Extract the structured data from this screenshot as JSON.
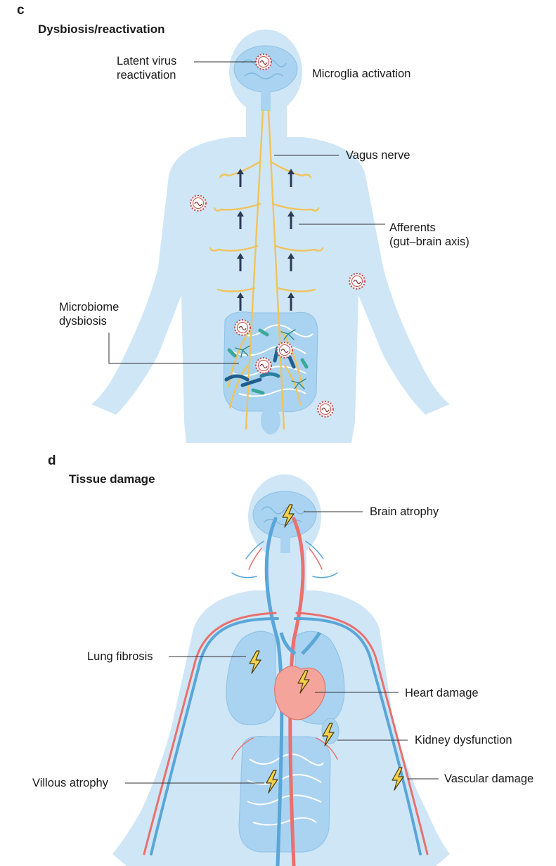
{
  "panel_c": {
    "letter": "c",
    "title": "Dysbiosis/reactivation",
    "labels": {
      "latent_virus_line1": "Latent virus",
      "latent_virus_line2": "reactivation",
      "microglia": "Microglia activation",
      "vagus": "Vagus nerve",
      "afferents_line1": "Afferents",
      "afferents_line2": "(gut–brain axis)",
      "microbiome_line1": "Microbiome",
      "microbiome_line2": "dysbiosis"
    }
  },
  "panel_d": {
    "letter": "d",
    "title": "Tissue damage",
    "labels": {
      "brain": "Brain atrophy",
      "lung": "Lung fibrosis",
      "heart": "Heart damage",
      "kidney": "Kidney dysfunction",
      "villous": "Villous atrophy",
      "vascular": "Vascular damage"
    }
  },
  "colors": {
    "body": "#cfe6f7",
    "organ": "#a9d3f0",
    "nerve": "#f1c35b",
    "arrow": "#2b3a57",
    "virus": "#c0504d",
    "artery": "#e8716e",
    "vein": "#5aa6d8",
    "heart": "#f4a49a",
    "bolt": "#f3d14b"
  }
}
